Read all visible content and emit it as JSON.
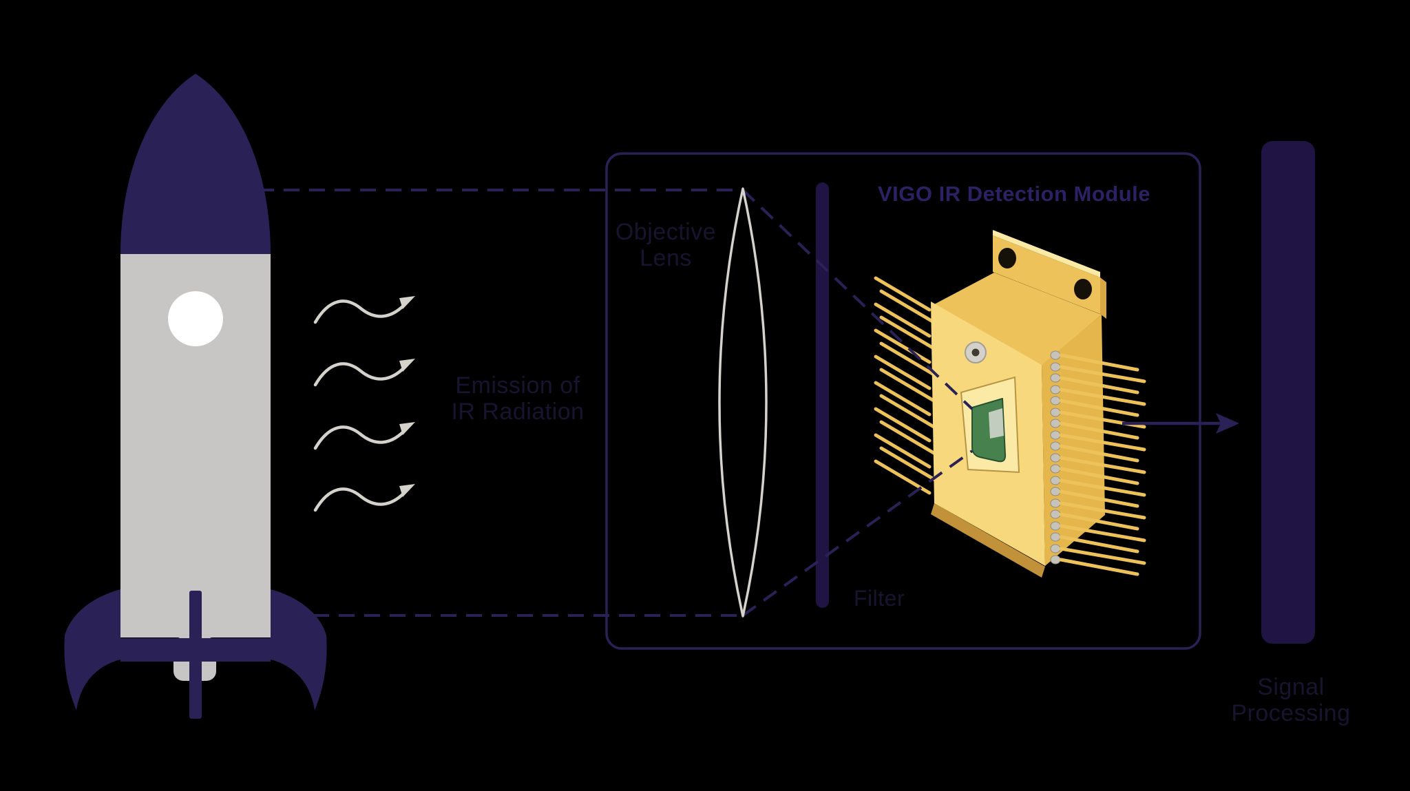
{
  "diagram": {
    "emission_label": {
      "line1": "Emission of",
      "line2": "IR Radiation"
    },
    "objective_lens_label": {
      "line1": "Objective",
      "line2": "Lens"
    },
    "filter_label": "Filter",
    "module_title": "VIGO IR Detection Module",
    "signal_processing_label": {
      "line1": "Signal",
      "line2": "Processing"
    },
    "colors": {
      "background": "#000000",
      "navy": "#2a2157",
      "dark_indigo_bar": "#1f1443",
      "title_purple": "#2b2164",
      "label_dark": "#18142f",
      "rocket_body_gray": "#c7c6c5",
      "wave_gray": "#d5d2cc",
      "module_gold": "#eec25a",
      "module_gold_bright": "#f7d87c",
      "module_gold_light": "#fbe9a6",
      "module_gold_mid": "#e4b64b",
      "module_gold_dark": "#d9a843",
      "module_gold_shadow": "#c1923a",
      "detector_green": "#47824e",
      "pin_base_gray": "#c6c3ba",
      "screw_gray": "#d3d1c9",
      "hole_dark": "#151109"
    }
  }
}
